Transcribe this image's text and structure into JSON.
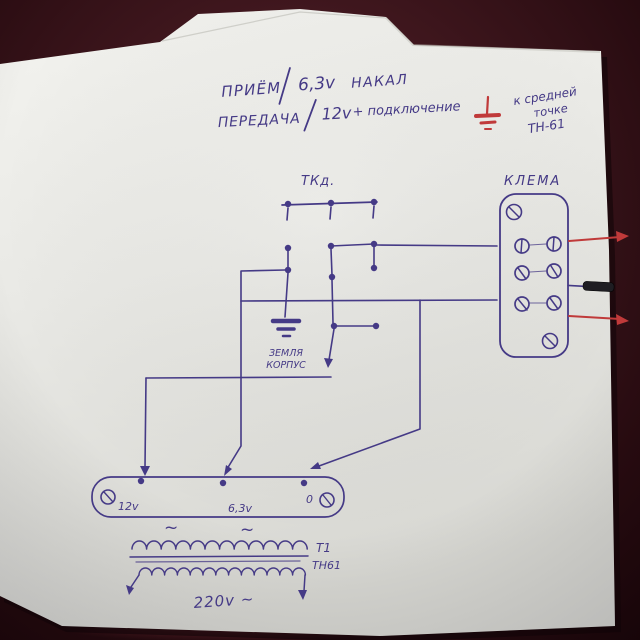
{
  "annotations": {
    "line1": {
      "word1": "ПРИЁМ",
      "value": "6,3v",
      "word2": "НАКАЛ"
    },
    "line2": {
      "word1": "ПЕРЕДАЧА",
      "value": "12v",
      "word2": "+ подключение"
    },
    "note": {
      "l1": "к средней",
      "l2": "точке",
      "l3": "ТН-61"
    }
  },
  "labels": {
    "switch_block": "ТКд.",
    "terminal_block": "КЛЕМА",
    "ground_line1": "ЗЕМЛЯ",
    "ground_line2": "КОРПУС"
  },
  "transformer": {
    "tap_12v": "12v",
    "tap_63v": "6,3v",
    "tap_0": "0",
    "ac_mark": "~",
    "designator": "Т1",
    "model": "ТН61",
    "mains": "220v ~"
  },
  "icons": {
    "ground_symbol": "earth-ground",
    "screw_terminal": "slotted-screw",
    "red_arrow": "direction-arrow"
  },
  "colors": {
    "ink": "#453a86",
    "red": "#c03a3a",
    "paper": "#e9e9e5",
    "table": "#2e1016"
  }
}
